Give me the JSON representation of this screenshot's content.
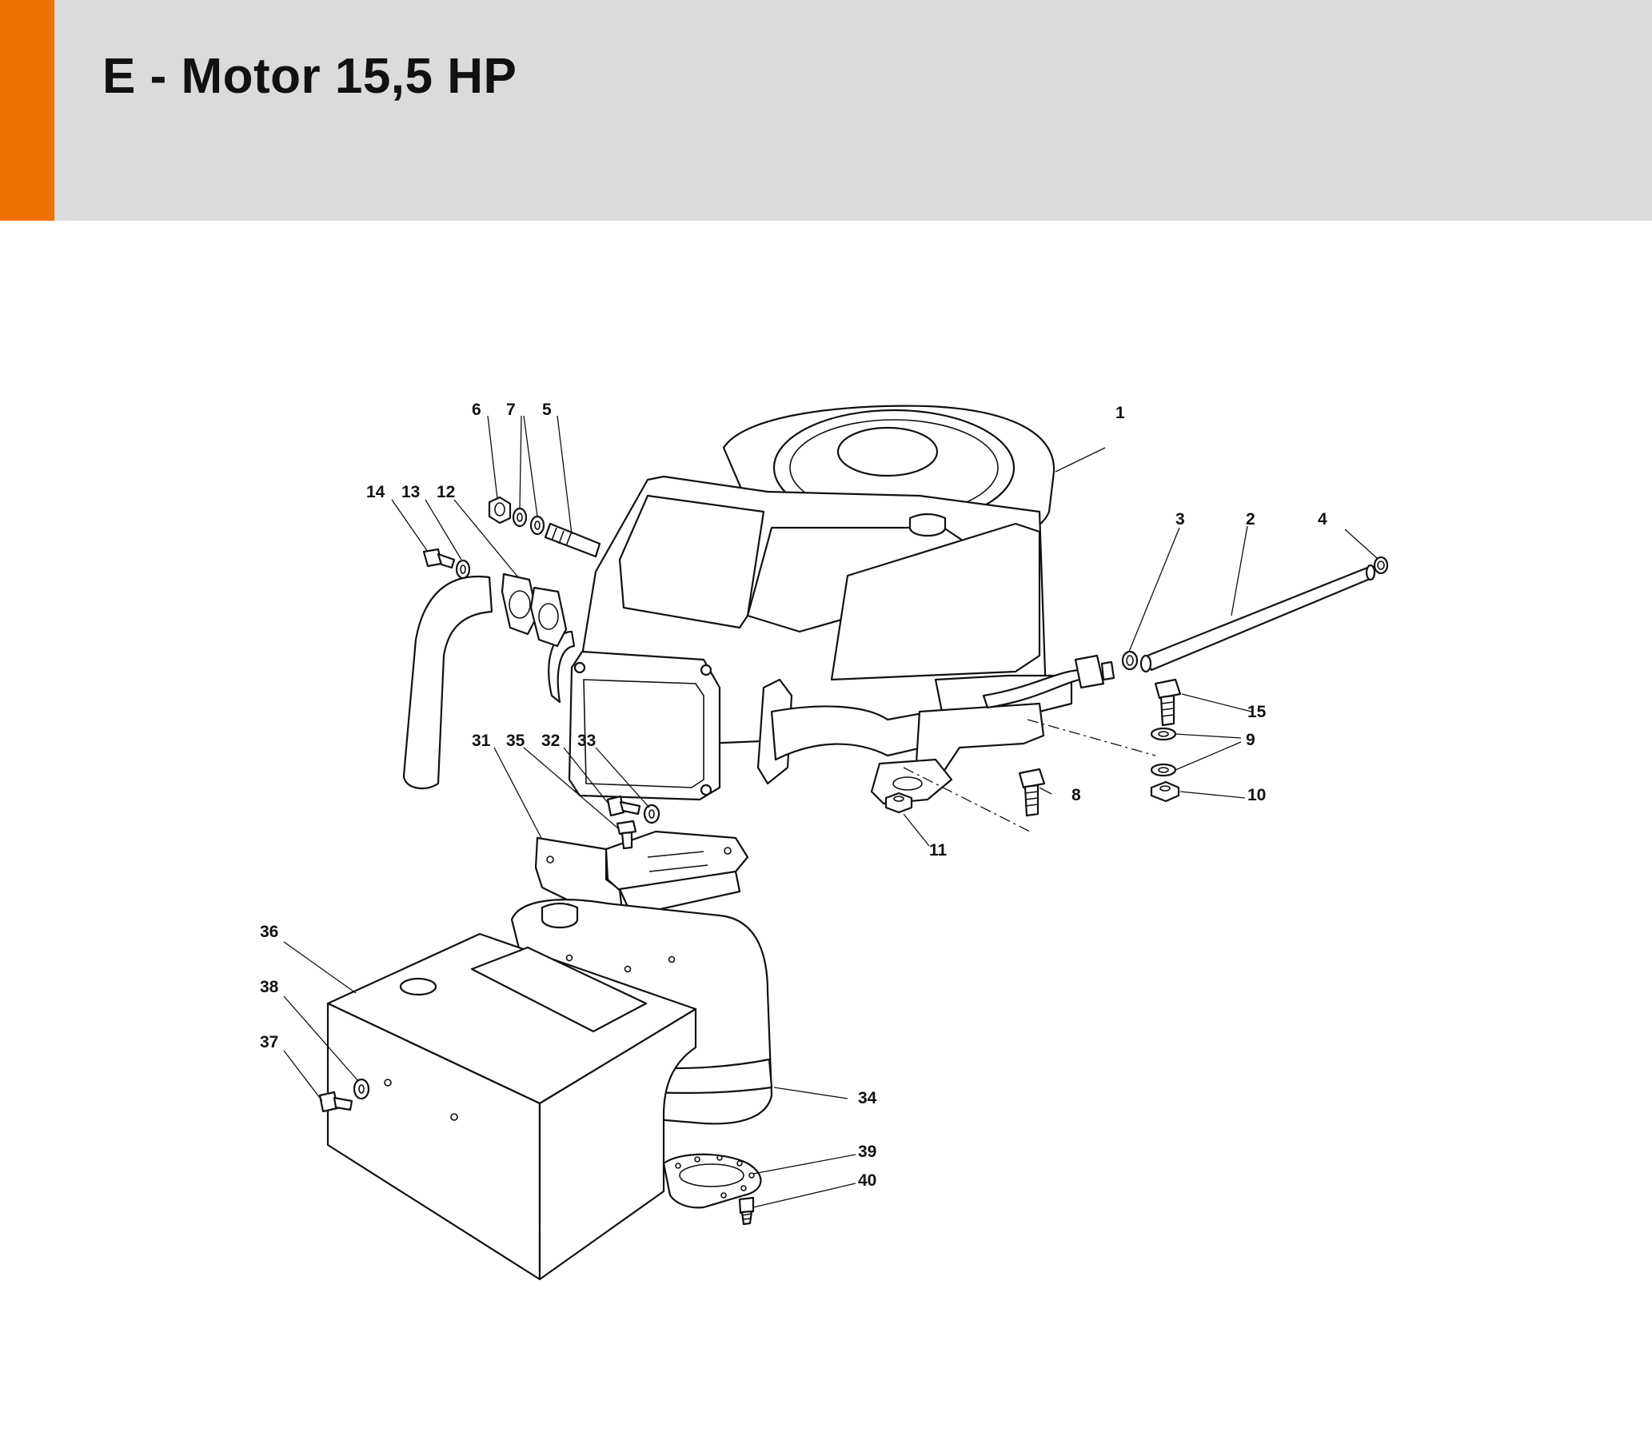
{
  "header": {
    "title": "E - Motor 15,5 HP",
    "accent_color": "#f07000",
    "background_color": "#dadbda"
  },
  "callouts": [
    "1",
    "2",
    "3",
    "4",
    "5",
    "6",
    "7",
    "8",
    "9",
    "10",
    "11",
    "12",
    "13",
    "14",
    "15",
    "31",
    "32",
    "33",
    "34",
    "35",
    "36",
    "37",
    "38",
    "39",
    "40"
  ]
}
